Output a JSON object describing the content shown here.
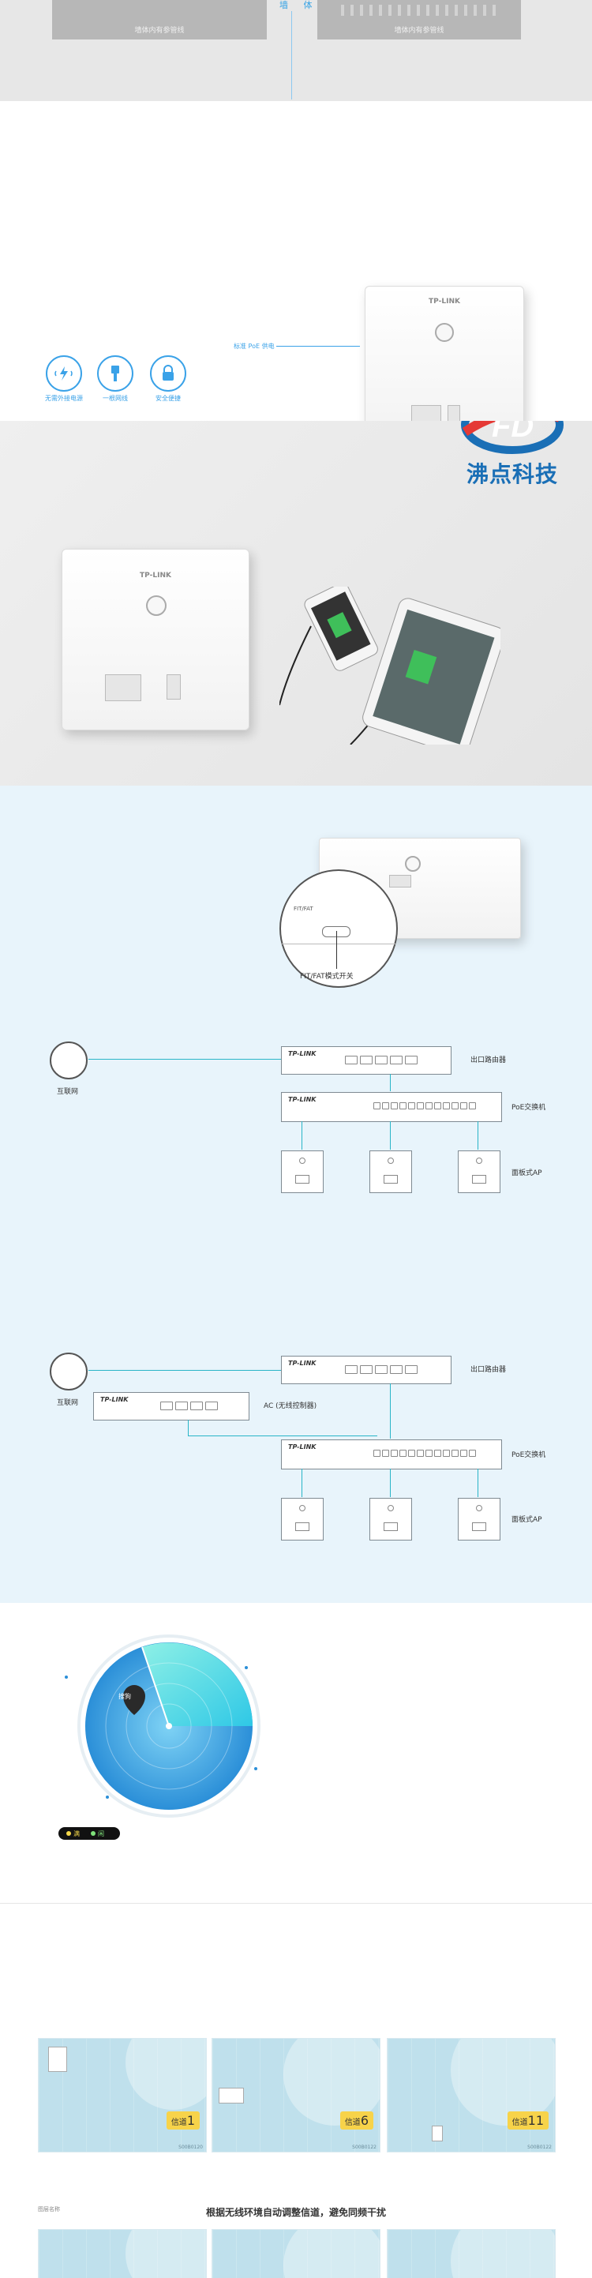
{
  "top": {
    "left_caption": "墙体内有参管线",
    "wall_label": "墙 体",
    "right_caption": "墙体内有参管线"
  },
  "features": [
    {
      "icon": "wireless-lightning-icon",
      "label": "无需外接电源"
    },
    {
      "icon": "cable-icon",
      "label": "一根网线"
    },
    {
      "icon": "lock-icon",
      "label": "安全便捷"
    }
  ],
  "device": {
    "brand": "TP-LINK"
  },
  "poe_label": "标准 PoE 供电",
  "logo": {
    "text": "沸点科技"
  },
  "fit_fat": {
    "label": "FIT/FAT",
    "caption": "FIT/FAT模式开关"
  },
  "topology1": {
    "internet": "互联网",
    "router_brand": "TP-LINK",
    "router_label": "出口路由器",
    "switch_brand": "TP-LINK",
    "switch_label": "PoE交换机",
    "ap_label": "面板式AP"
  },
  "topology2": {
    "internet": "互联网",
    "router_brand": "TP-LINK",
    "router_label": "出口路由器",
    "ac_brand": "TP-LINK",
    "ac_label": "AC (无线控制器)",
    "switch_brand": "TP-LINK",
    "switch_label": "PoE交换机",
    "ap_label": "面板式AP"
  },
  "radar": {
    "pin_label": "搜狗",
    "legend": [
      "满",
      "闲"
    ]
  },
  "channels": [
    {
      "label": "信道",
      "number": "1",
      "code": "S00B0120"
    },
    {
      "label": "信道",
      "number": "6",
      "code": "S00B0122"
    },
    {
      "label": "信道",
      "number": "11",
      "code": "S00B0122"
    }
  ],
  "caption_left": "图层名称",
  "caption": "根据无线环境自动调整信道，避免同频干扰",
  "colors": {
    "accent": "#3aa2e8",
    "teal": "#29b5c8",
    "channel": "#f7d34a"
  }
}
